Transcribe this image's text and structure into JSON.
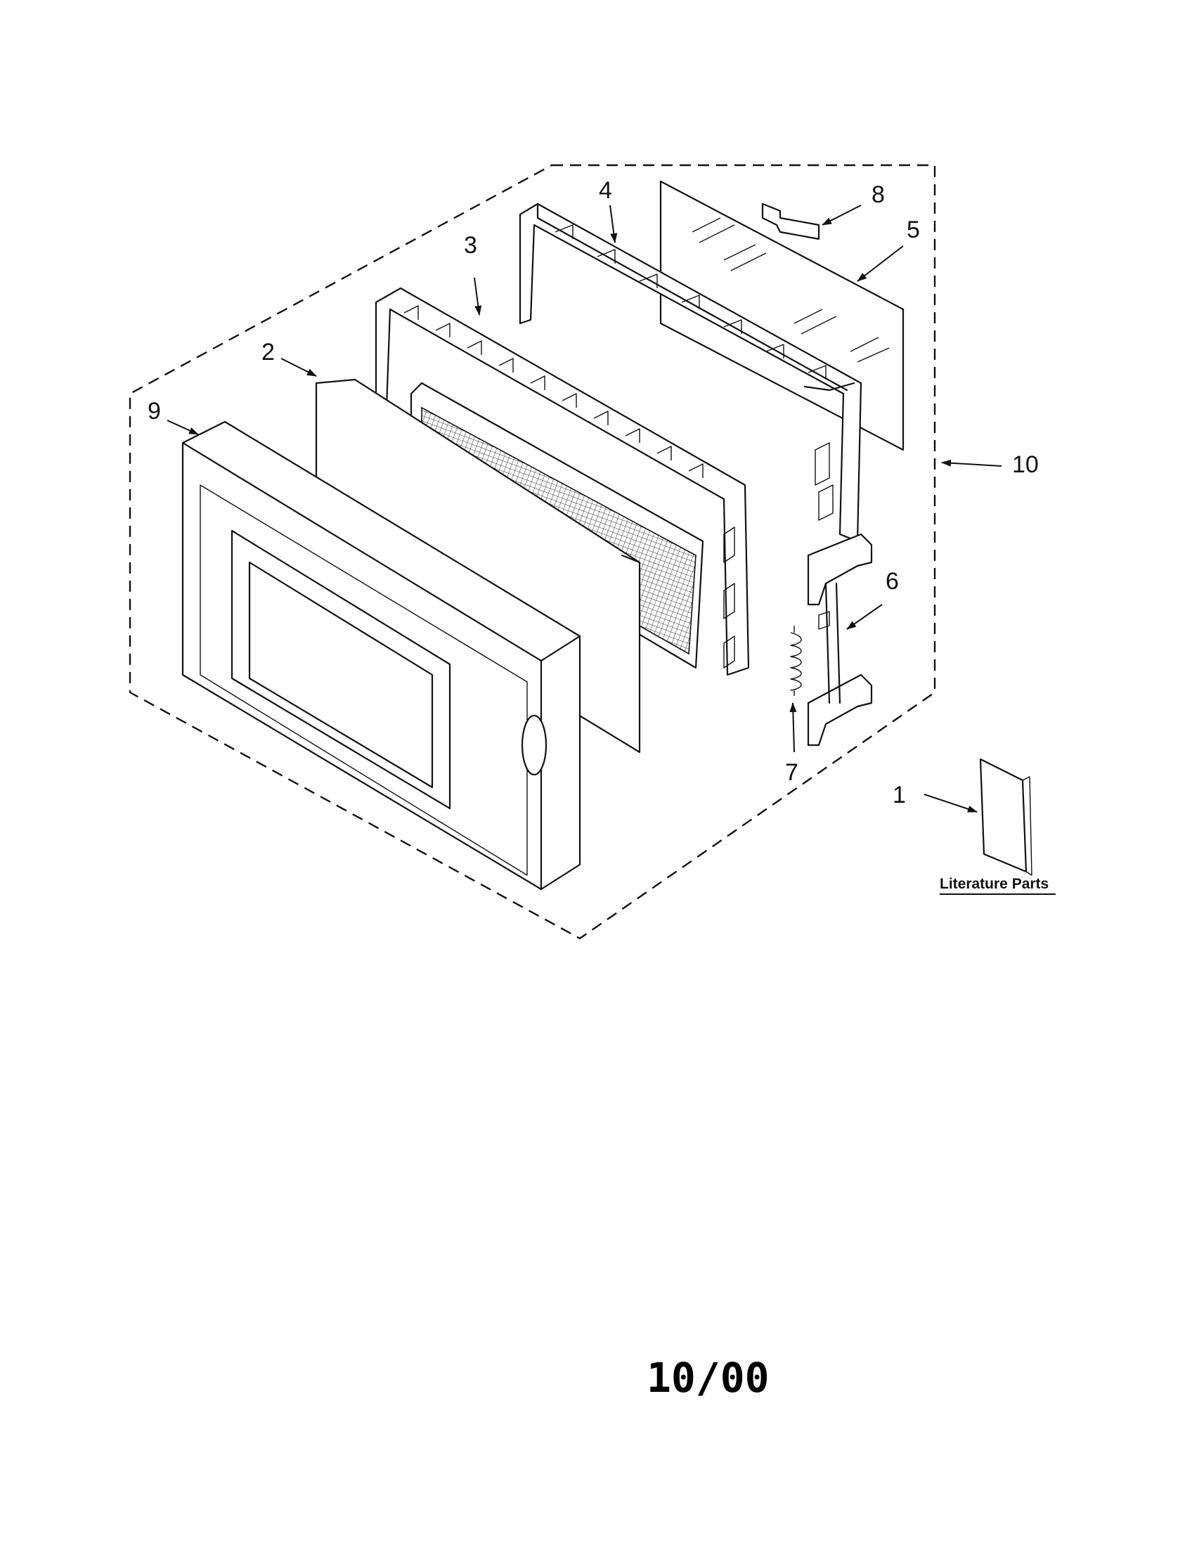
{
  "diagram": {
    "callouts": [
      {
        "id": "1",
        "label": "1"
      },
      {
        "id": "2",
        "label": "2"
      },
      {
        "id": "3",
        "label": "3"
      },
      {
        "id": "4",
        "label": "4"
      },
      {
        "id": "5",
        "label": "5"
      },
      {
        "id": "6",
        "label": "6"
      },
      {
        "id": "7",
        "label": "7"
      },
      {
        "id": "8",
        "label": "8"
      },
      {
        "id": "9",
        "label": "9"
      },
      {
        "id": "10",
        "label": "10"
      }
    ],
    "literature_label": "Literature Parts",
    "date_code": "10/00"
  }
}
